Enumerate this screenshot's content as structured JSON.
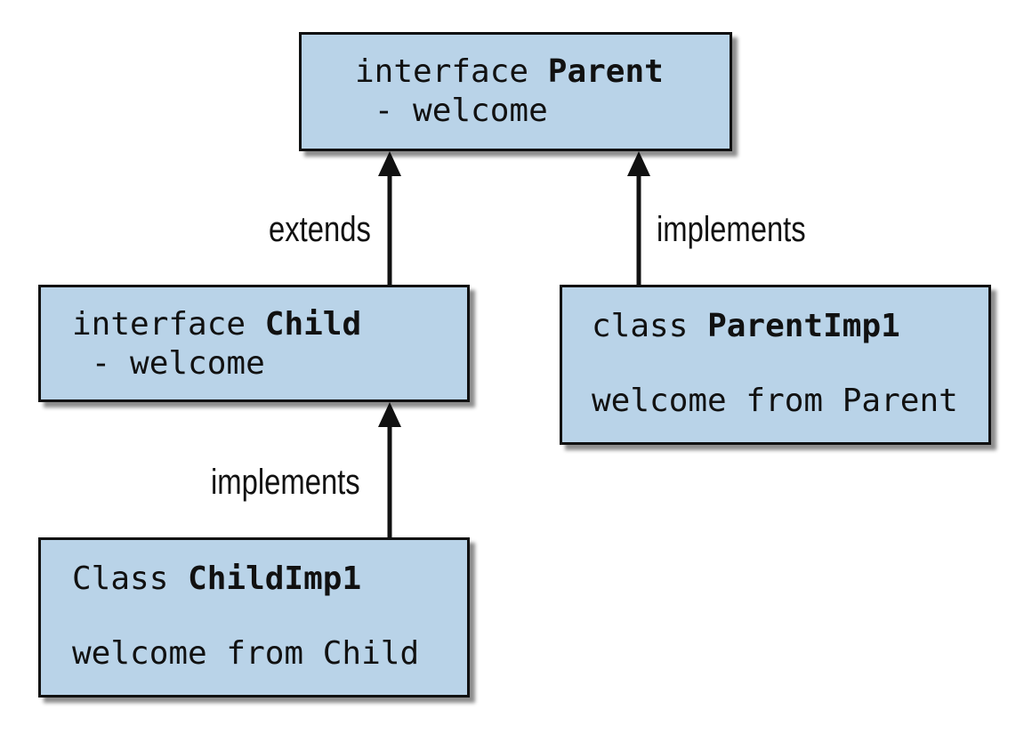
{
  "nodes": {
    "parent": {
      "kind": "interface",
      "name": "Parent",
      "member": " - welcome"
    },
    "child": {
      "kind": "interface",
      "name": "Child",
      "member": " - welcome"
    },
    "parent_impl": {
      "kind": "class",
      "name": "ParentImp1",
      "output": "welcome from Parent"
    },
    "child_impl": {
      "kind": "Class",
      "name": "ChildImp1",
      "output": "welcome from Child"
    }
  },
  "edges": {
    "child_to_parent": "extends",
    "parent_impl_to_parent": "implements",
    "child_impl_to_child": "implements"
  },
  "colors": {
    "box_fill": "#b9d3e8",
    "stroke": "#111111"
  }
}
